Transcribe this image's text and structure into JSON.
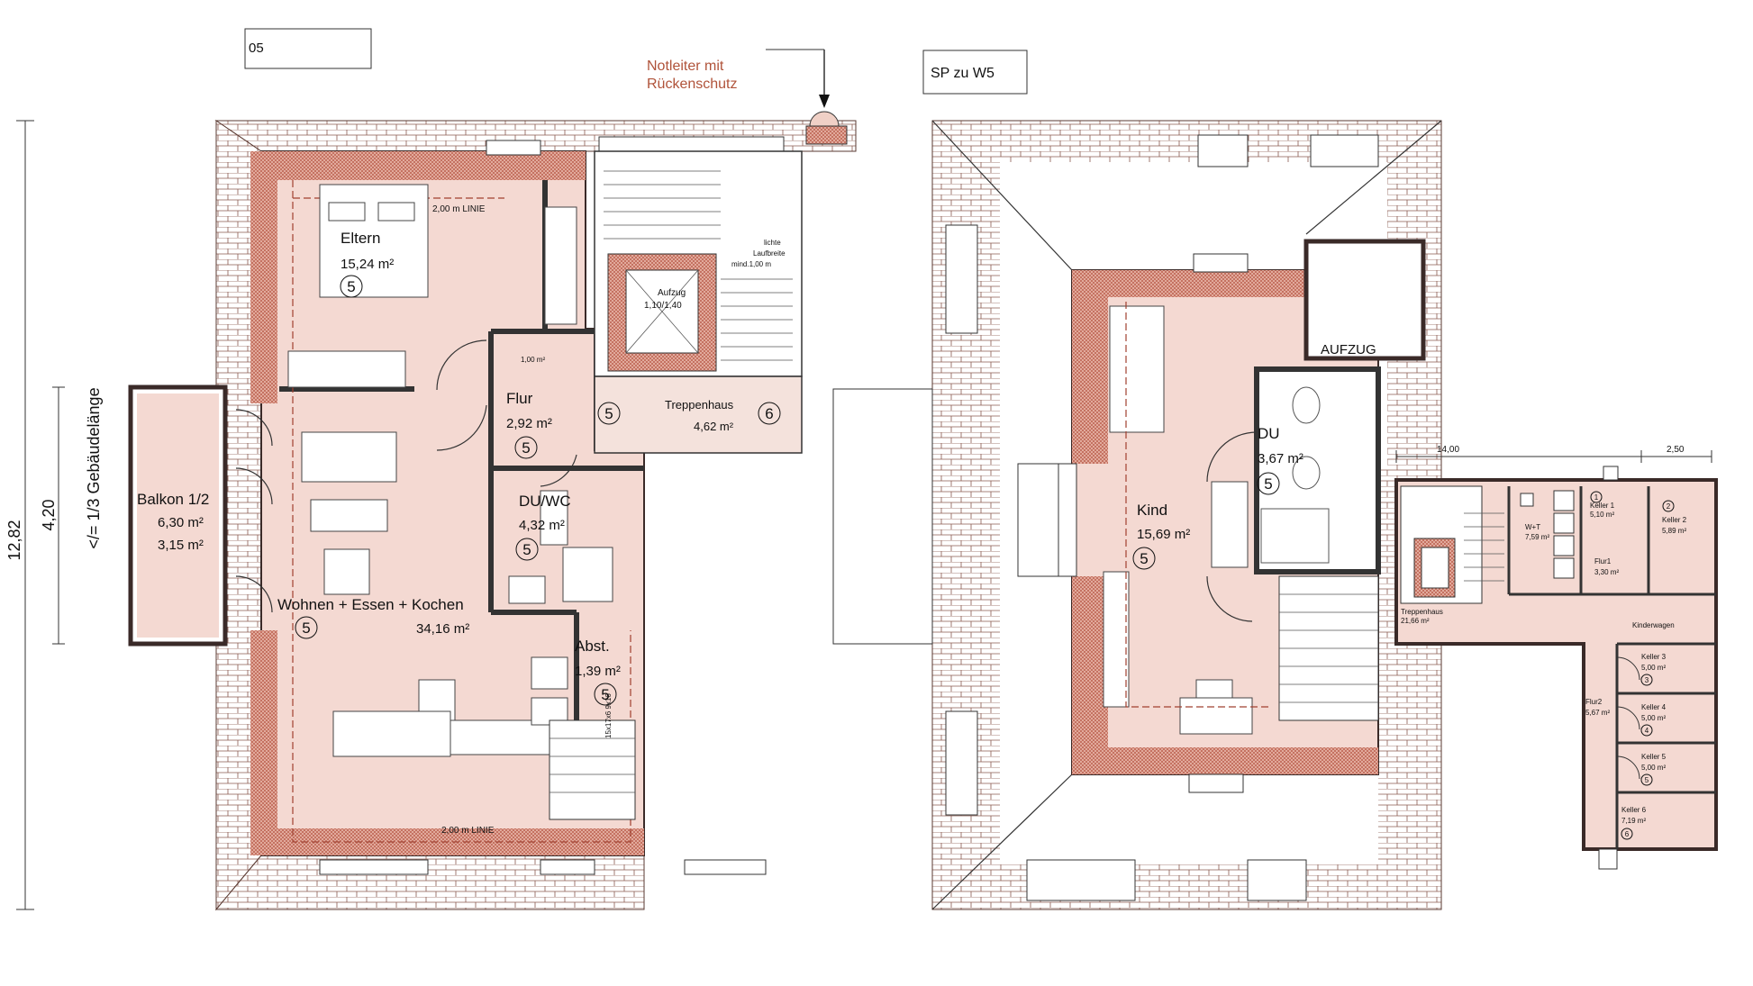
{
  "drawing": {
    "code": "05",
    "note_line1": "Notleiter mit",
    "note_line2": "Rückenschutz",
    "upper_title": "SP zu W5",
    "dim_height": "12,82",
    "dim_side": "4,20",
    "dim_rule": "</= 1/3 Gebäudelänge",
    "dim_keller_1": "14,00",
    "dim_keller_2": "2,50"
  },
  "main_floor": {
    "line_top": "2,00 m LINIE",
    "line_bottom": "2,00 m LINIE",
    "eltern": {
      "name": "Eltern",
      "area": "15,24 m²",
      "num": "5"
    },
    "flur": {
      "name": "Flur",
      "area": "2,92 m²",
      "num": "5",
      "note": "1,00 m²"
    },
    "du_wc": {
      "name": "DU/WC",
      "area": "4,32 m²",
      "num": "5"
    },
    "balkon": {
      "name": "Balkon 1/2",
      "area1": "6,30 m²",
      "area2": "3,15 m²"
    },
    "wohnen": {
      "name": "Wohnen + Essen + Kochen",
      "area": "34,16 m²",
      "num": "5"
    },
    "abst": {
      "name": "Abst.",
      "area": "1,39 m²",
      "num": "5"
    },
    "treppenhaus": {
      "name": "Treppenhaus",
      "area": "4,62 m²",
      "num": "6"
    },
    "aufzug": {
      "name": "Aufzug",
      "size": "1,10/1,40"
    },
    "laufbreite": {
      "l1": "lichte",
      "l2": "Laufbreite",
      "l3": "mind.1,00 m"
    },
    "stair_label": "15x17x6 9x16"
  },
  "upper_floor": {
    "kind": {
      "name": "Kind",
      "area": "15,69 m²",
      "num": "5"
    },
    "du": {
      "name": "DU",
      "area": "3,67 m²",
      "num": "5"
    },
    "aufzug": "AUFZUG"
  },
  "keller": {
    "treppenhaus": {
      "name": "Treppenhaus",
      "area": "21,66 m²"
    },
    "wt": {
      "name": "W+T",
      "area": "7,59 m²"
    },
    "k1": {
      "name": "Keller 1",
      "area": "5,10 m²",
      "num": "1"
    },
    "k2": {
      "name": "Keller 2",
      "area": "5,89 m²",
      "num": "2"
    },
    "flur1": {
      "name": "Flur1",
      "area": "3,30 m²"
    },
    "kinderwagen": "Kinderwagen",
    "k3": {
      "name": "Keller 3",
      "area": "5,00 m²",
      "num": "3"
    },
    "k4": {
      "name": "Keller 4",
      "area": "5,00 m²",
      "num": "4"
    },
    "k5": {
      "name": "Keller 5",
      "area": "5,00 m²",
      "num": "5"
    },
    "k6": {
      "name": "Keller 6",
      "area": "7,19 m²",
      "num": "6"
    },
    "flur2": {
      "name": "Flur2",
      "area": "5,67 m²"
    }
  }
}
